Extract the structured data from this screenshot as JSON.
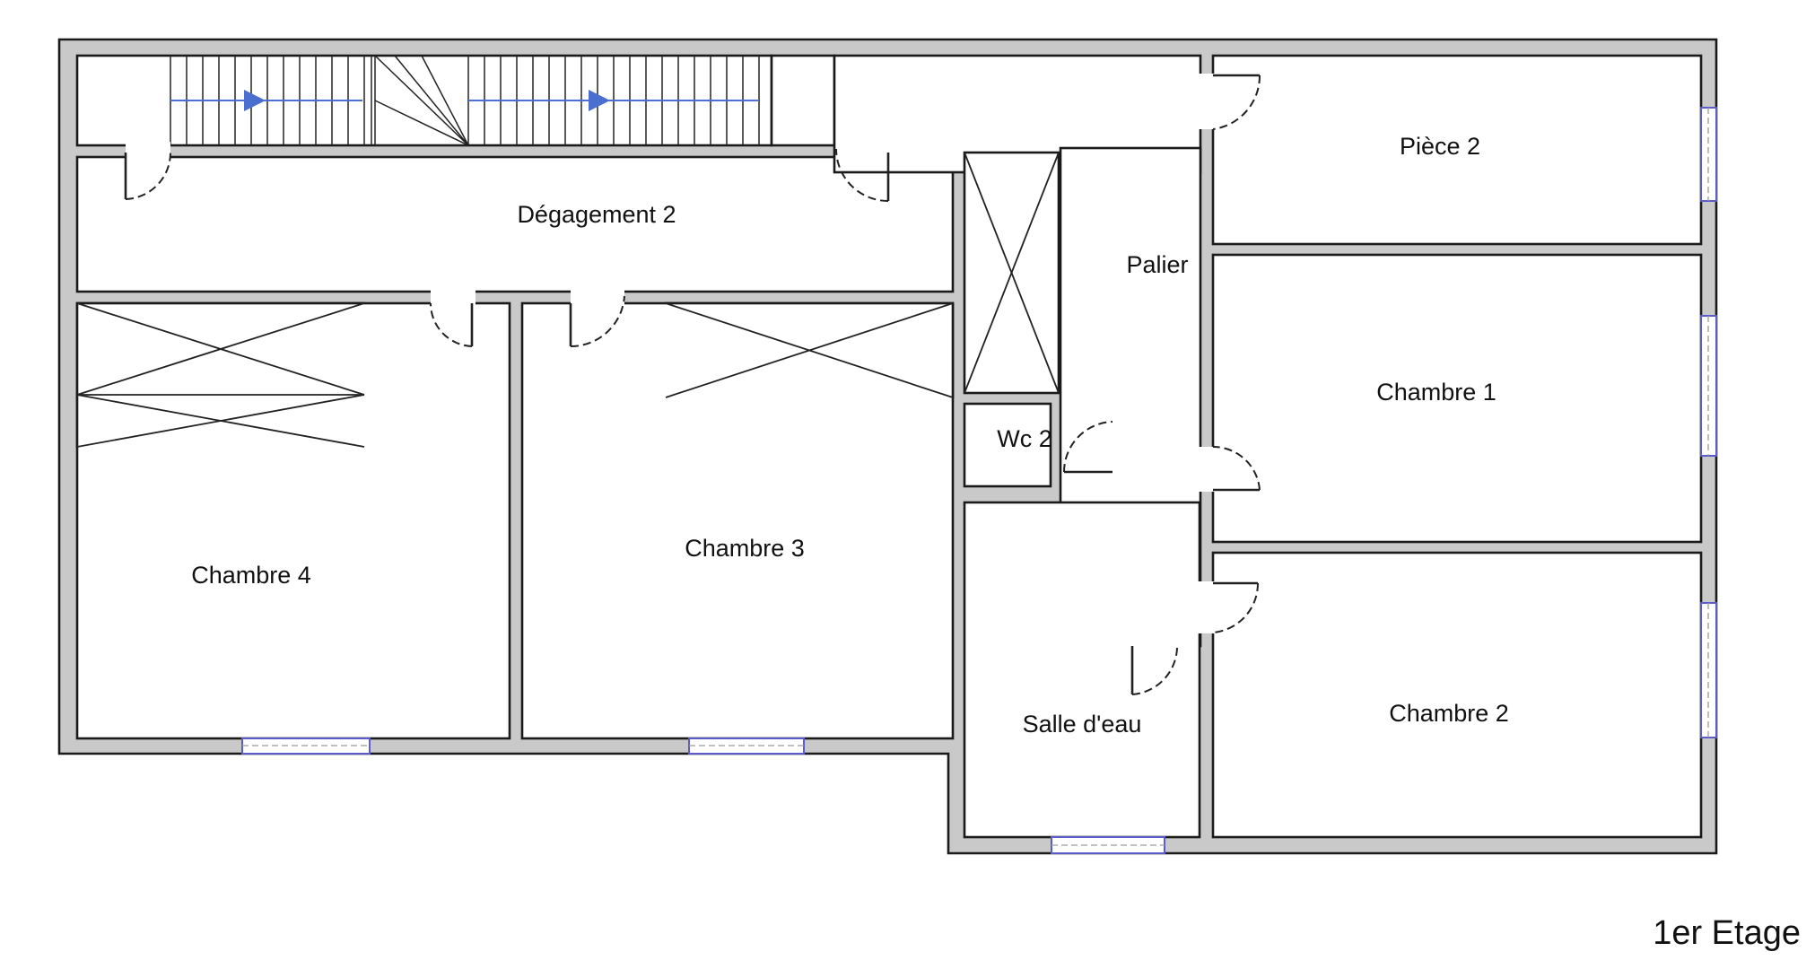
{
  "plan": {
    "floor_label": "1er Etage",
    "rooms": {
      "piece2": "Pièce 2",
      "chambre1": "Chambre 1",
      "chambre2": "Chambre 2",
      "chambre3": "Chambre 3",
      "chambre4": "Chambre 4",
      "degagement2": "Dégagement 2",
      "palier": "Palier",
      "wc2": "Wc 2",
      "salle_eau": "Salle d'eau"
    }
  }
}
